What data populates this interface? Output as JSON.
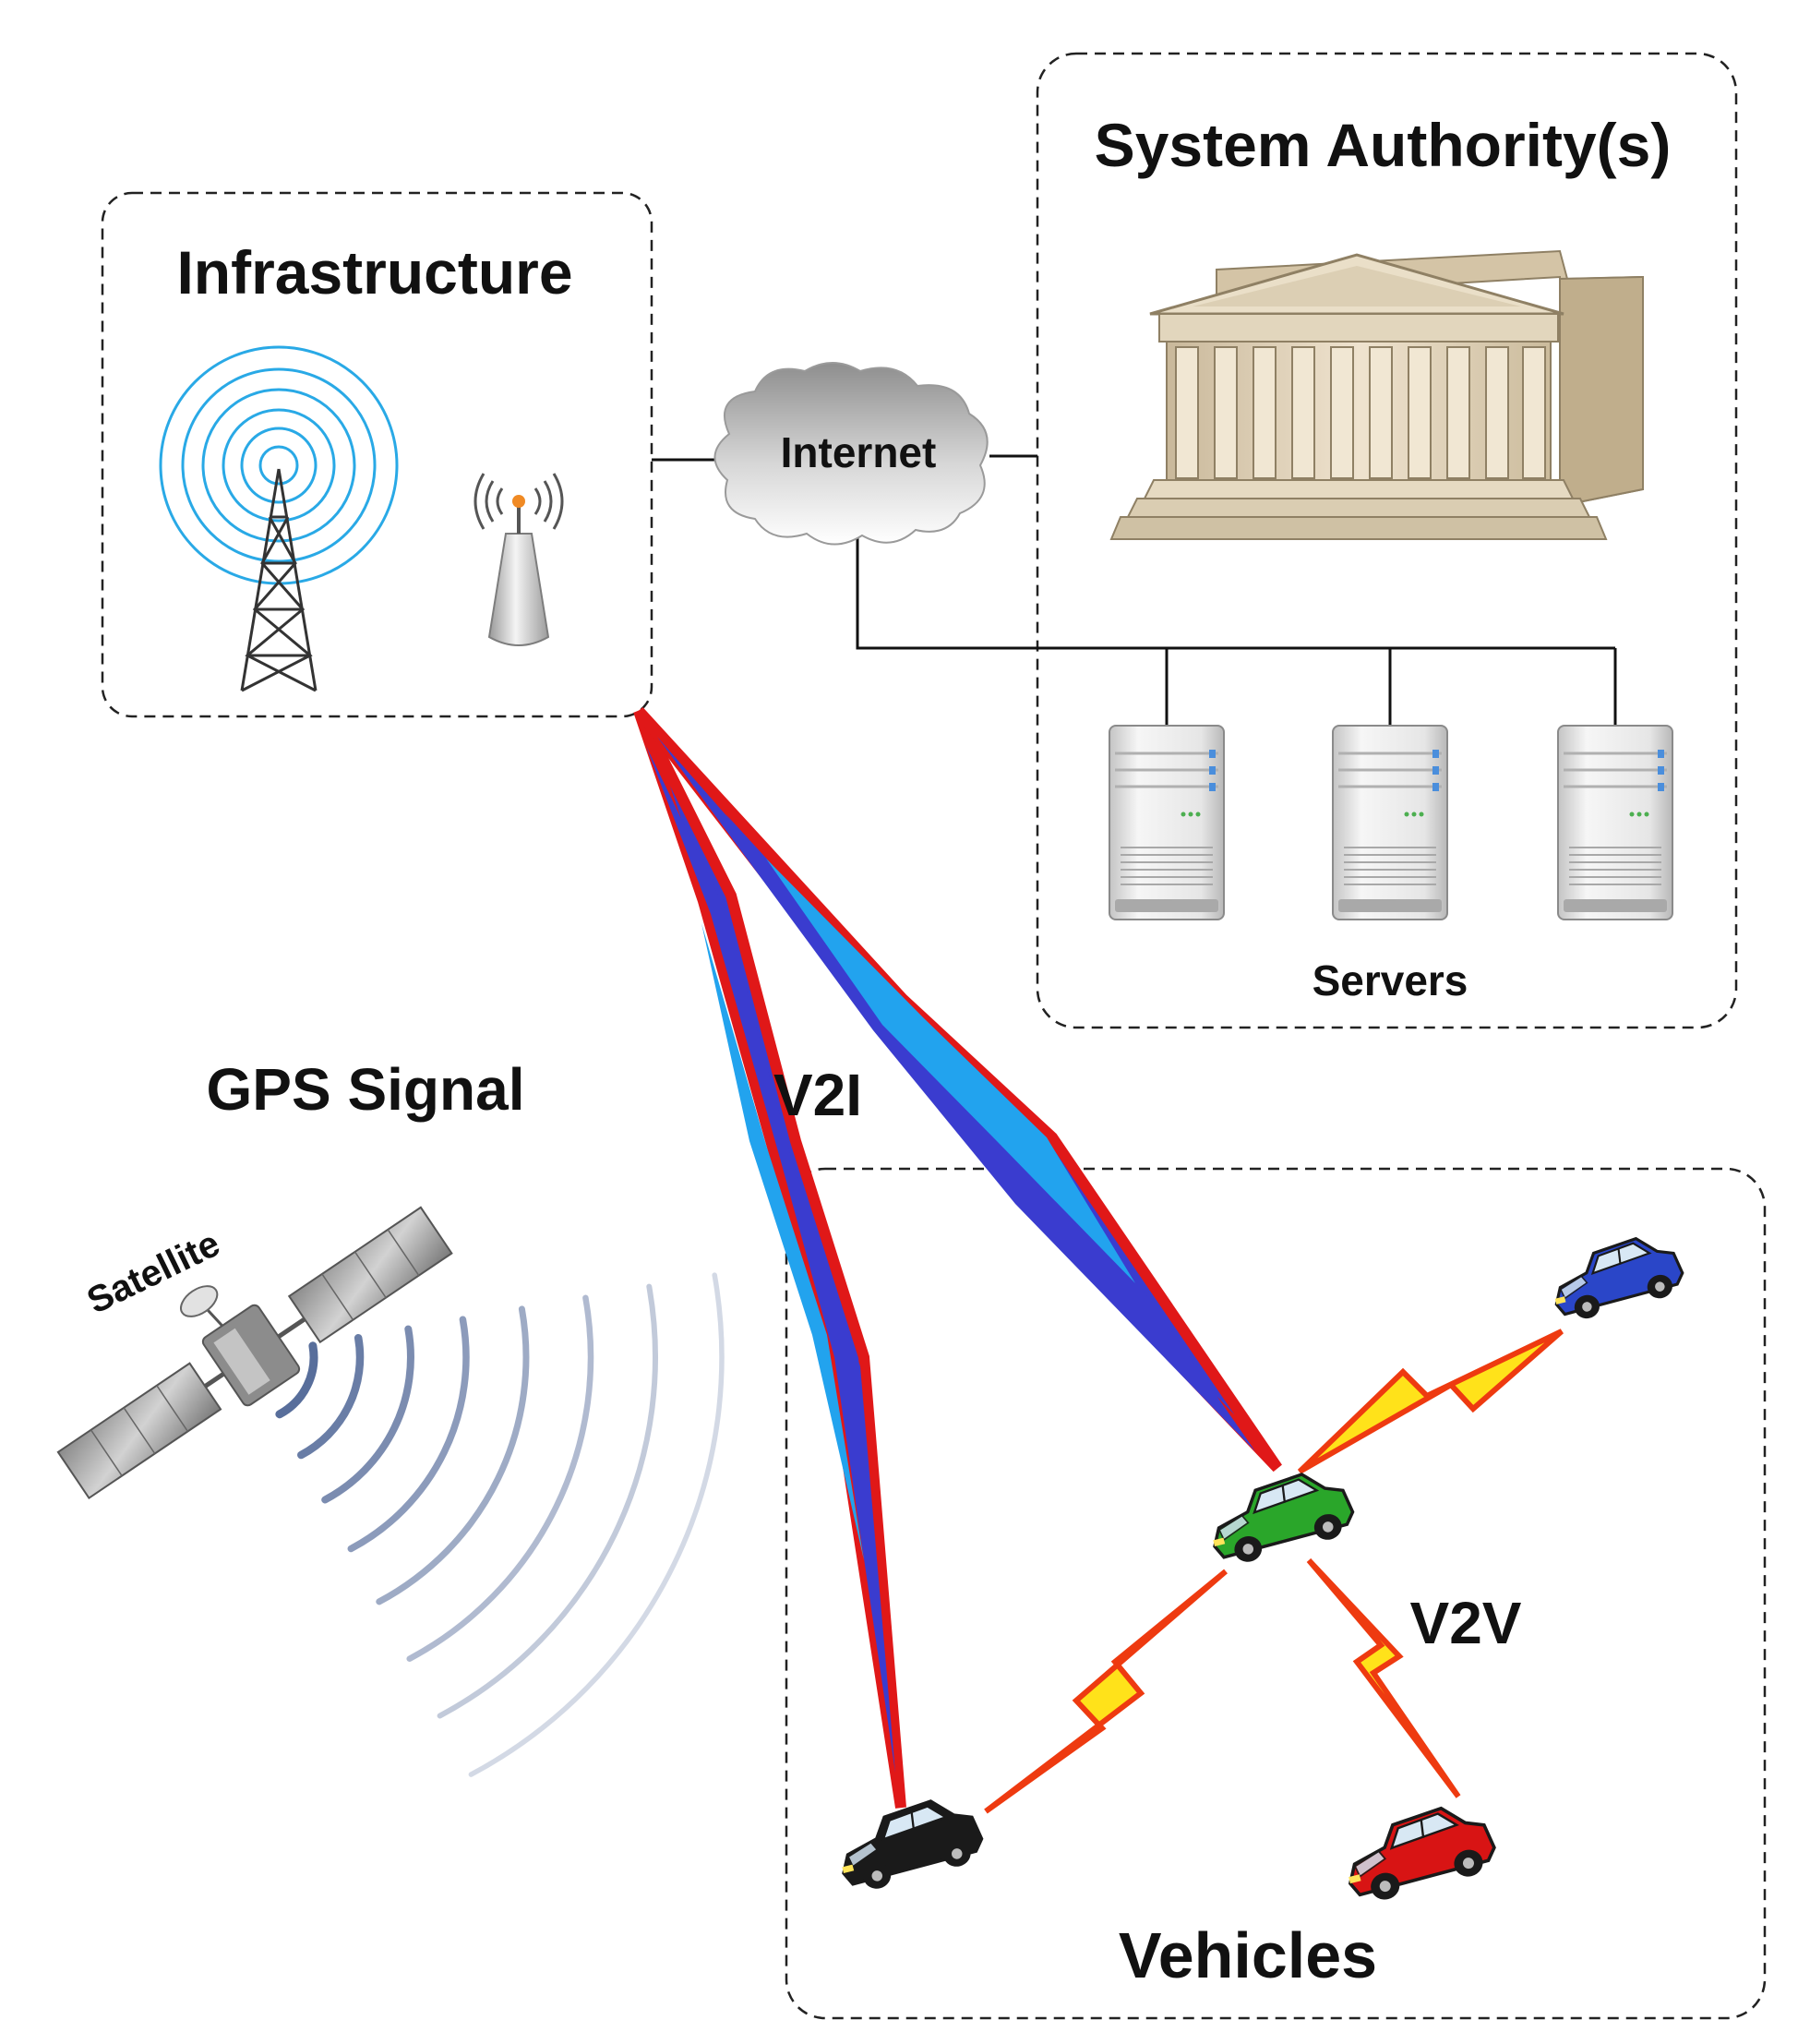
{
  "groups": {
    "infrastructure": "Infrastructure",
    "authority": "System Authority(s)",
    "vehicles": "Vehicles"
  },
  "labels": {
    "internet": "Internet",
    "servers": "Servers",
    "gps": "GPS Signal",
    "satellite": "Satellite",
    "v2i": "V2I",
    "v2v": "V2V"
  },
  "colors": {
    "v2i_outer": "#e01818",
    "v2i_mid": "#3a3ccf",
    "v2i_inner": "#22a3ee",
    "v2v_outer": "#ee3a10",
    "v2v_inner": "#ffe21a",
    "gps_wave": "#4f6696",
    "car_blue": "#2a46c8",
    "car_green": "#2aa62a",
    "car_red": "#d81414",
    "car_black": "#1a1a1a"
  },
  "icons": [
    "radio-tower-icon",
    "antenna-icon",
    "cloud-icon",
    "government-building-icon",
    "server-icon",
    "satellite-icon",
    "car-icon"
  ]
}
